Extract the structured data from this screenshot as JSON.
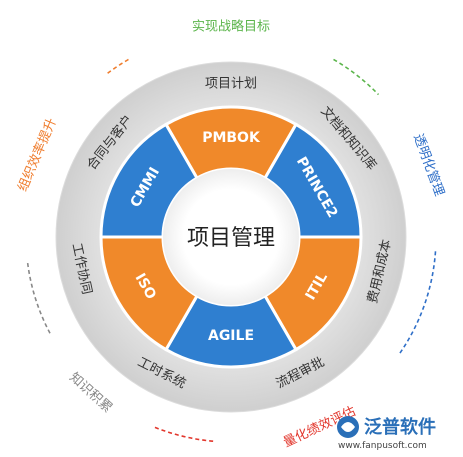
{
  "center": {
    "title": "项目管理"
  },
  "segments": [
    {
      "label": "PMBOK",
      "color": "#f0892a"
    },
    {
      "label": "PRINCE2",
      "color": "#2f7fd0"
    },
    {
      "label": "ITIL",
      "color": "#f0892a"
    },
    {
      "label": "AGILE",
      "color": "#2f7fd0"
    },
    {
      "label": "ISO",
      "color": "#f0892a"
    },
    {
      "label": "CMMI",
      "color": "#2f7fd0"
    }
  ],
  "ring_items": [
    "项目计划",
    "文档和知识库",
    "费用和成本",
    "流程审批",
    "工时系统",
    "工作协同",
    "合同与客户"
  ],
  "outer_items": [
    {
      "text": "实现战略目标",
      "color": "#5bb54b"
    },
    {
      "text": "透明化管理",
      "color": "#2f6fc8"
    },
    {
      "text": "量化绩效评估",
      "color": "#e2372d"
    },
    {
      "text": "知识积累",
      "color": "#888888"
    },
    {
      "text": "组织效率提升",
      "color": "#ef7d2e"
    }
  ],
  "watermark": {
    "brand": "泛普软件",
    "url": "www.fanpusoft.com"
  }
}
